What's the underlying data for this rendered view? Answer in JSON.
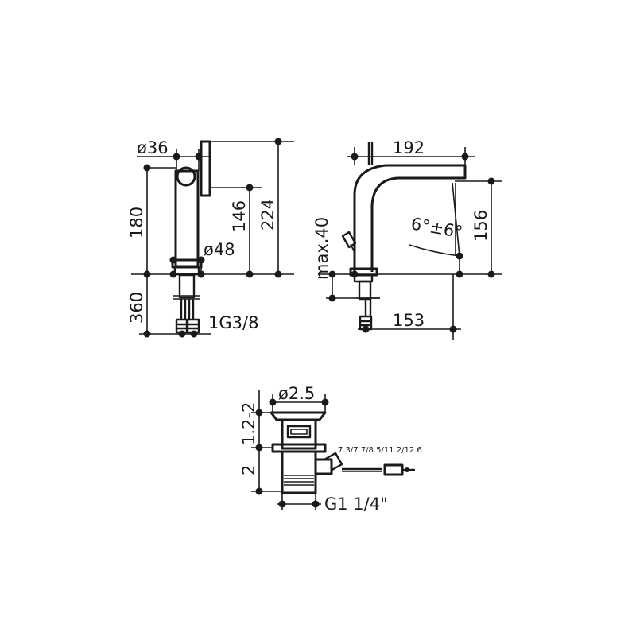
{
  "front_view": {
    "dim_top_diameter": "ø36",
    "dim_height": "180",
    "dim_lever_height": "146",
    "dim_total_height": "224",
    "dim_base_diameter": "ø48",
    "dim_hose_length": "360",
    "dim_connection": "1G3/8"
  },
  "side_view": {
    "dim_spout_reach": "192",
    "dim_spout_height": "156",
    "dim_max_thickness": "max.40",
    "dim_angle": "6°±6°",
    "dim_base_reach": "153"
  },
  "waste_view": {
    "dim_diameter": "ø2.5",
    "dim_lift": "1.2-2",
    "dim_height": "2",
    "dim_thread": "G1 1/4\"",
    "dim_rod_lengths": "7.3/7.7/8.5/11.2/12.6"
  }
}
